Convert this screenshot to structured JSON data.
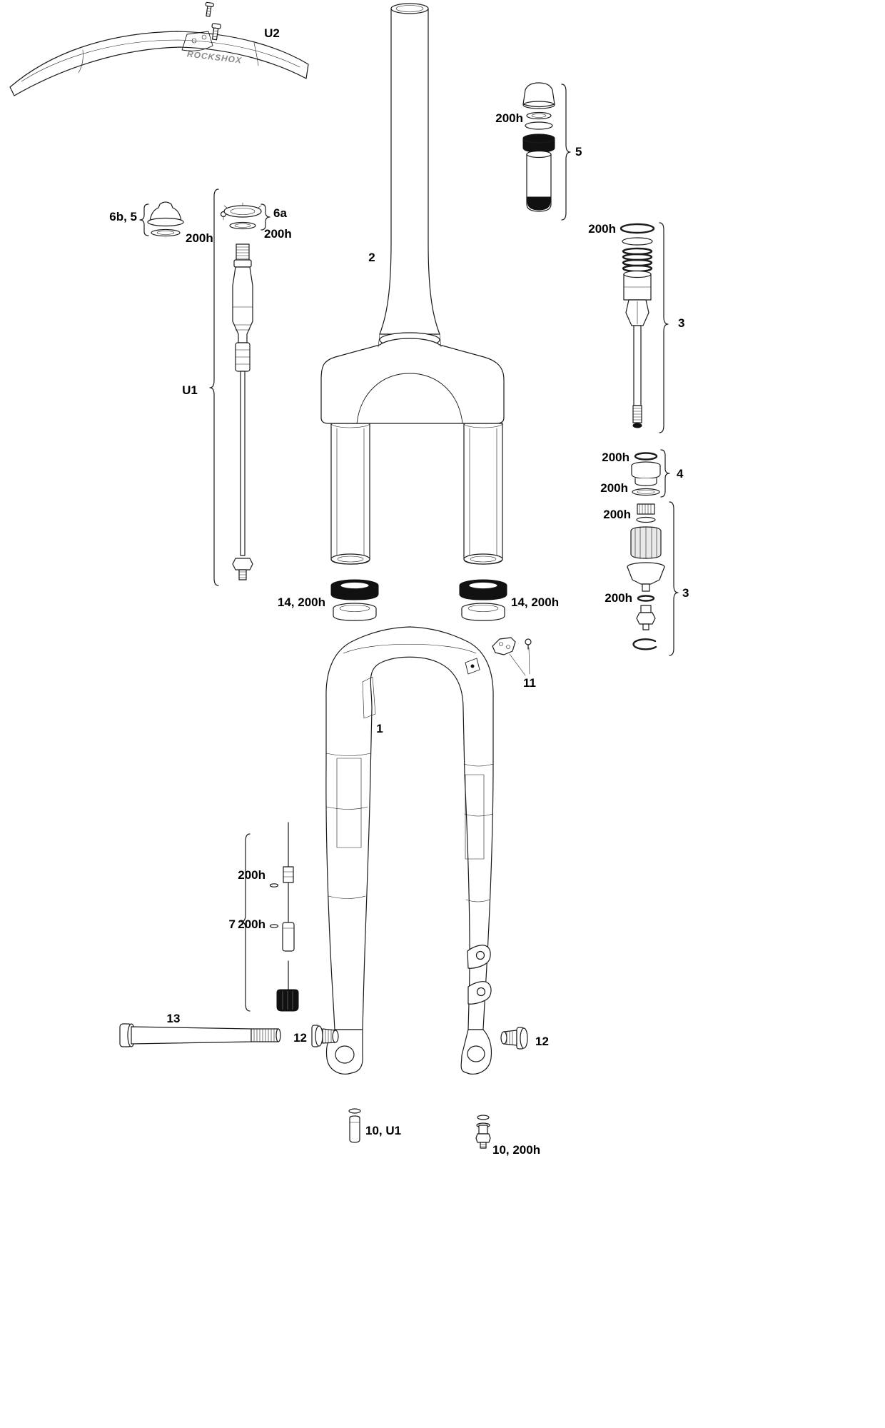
{
  "diagram": {
    "brand": "ROCKSHOX",
    "callouts": {
      "fender": "U2",
      "top_cap_seal": "200h",
      "top_cap_assembly": "5",
      "crown_cap": "6b, 5",
      "crown_cap_seal": "200h",
      "air_cap": "6a",
      "air_cap_seal": "200h",
      "steerer_crown": "2",
      "damper_upper_seal": "200h",
      "damper_upper_assembly": "3",
      "spring_shaft": "U1",
      "seal_head_upper_seal": "200h",
      "seal_head_assembly": "4",
      "seal_head_lower_seal": "200h",
      "damper_lower_seal_upper": "200h",
      "damper_lower_seal_lower": "200h",
      "damper_lower_assembly": "3",
      "dust_seal_left": "14, 200h",
      "dust_seal_right": "14, 200h",
      "fender_mount": "11",
      "lower_legs": "1",
      "rebound_seal_upper": "200h",
      "rebound_seal_lower": "200h",
      "rebound_assembly": "7",
      "axle": "13",
      "pinch_bolt_left": "12",
      "pinch_bolt_right": "12",
      "shaft_bolt_left": "10, U1",
      "shaft_bolt_right": "10, 200h"
    }
  }
}
